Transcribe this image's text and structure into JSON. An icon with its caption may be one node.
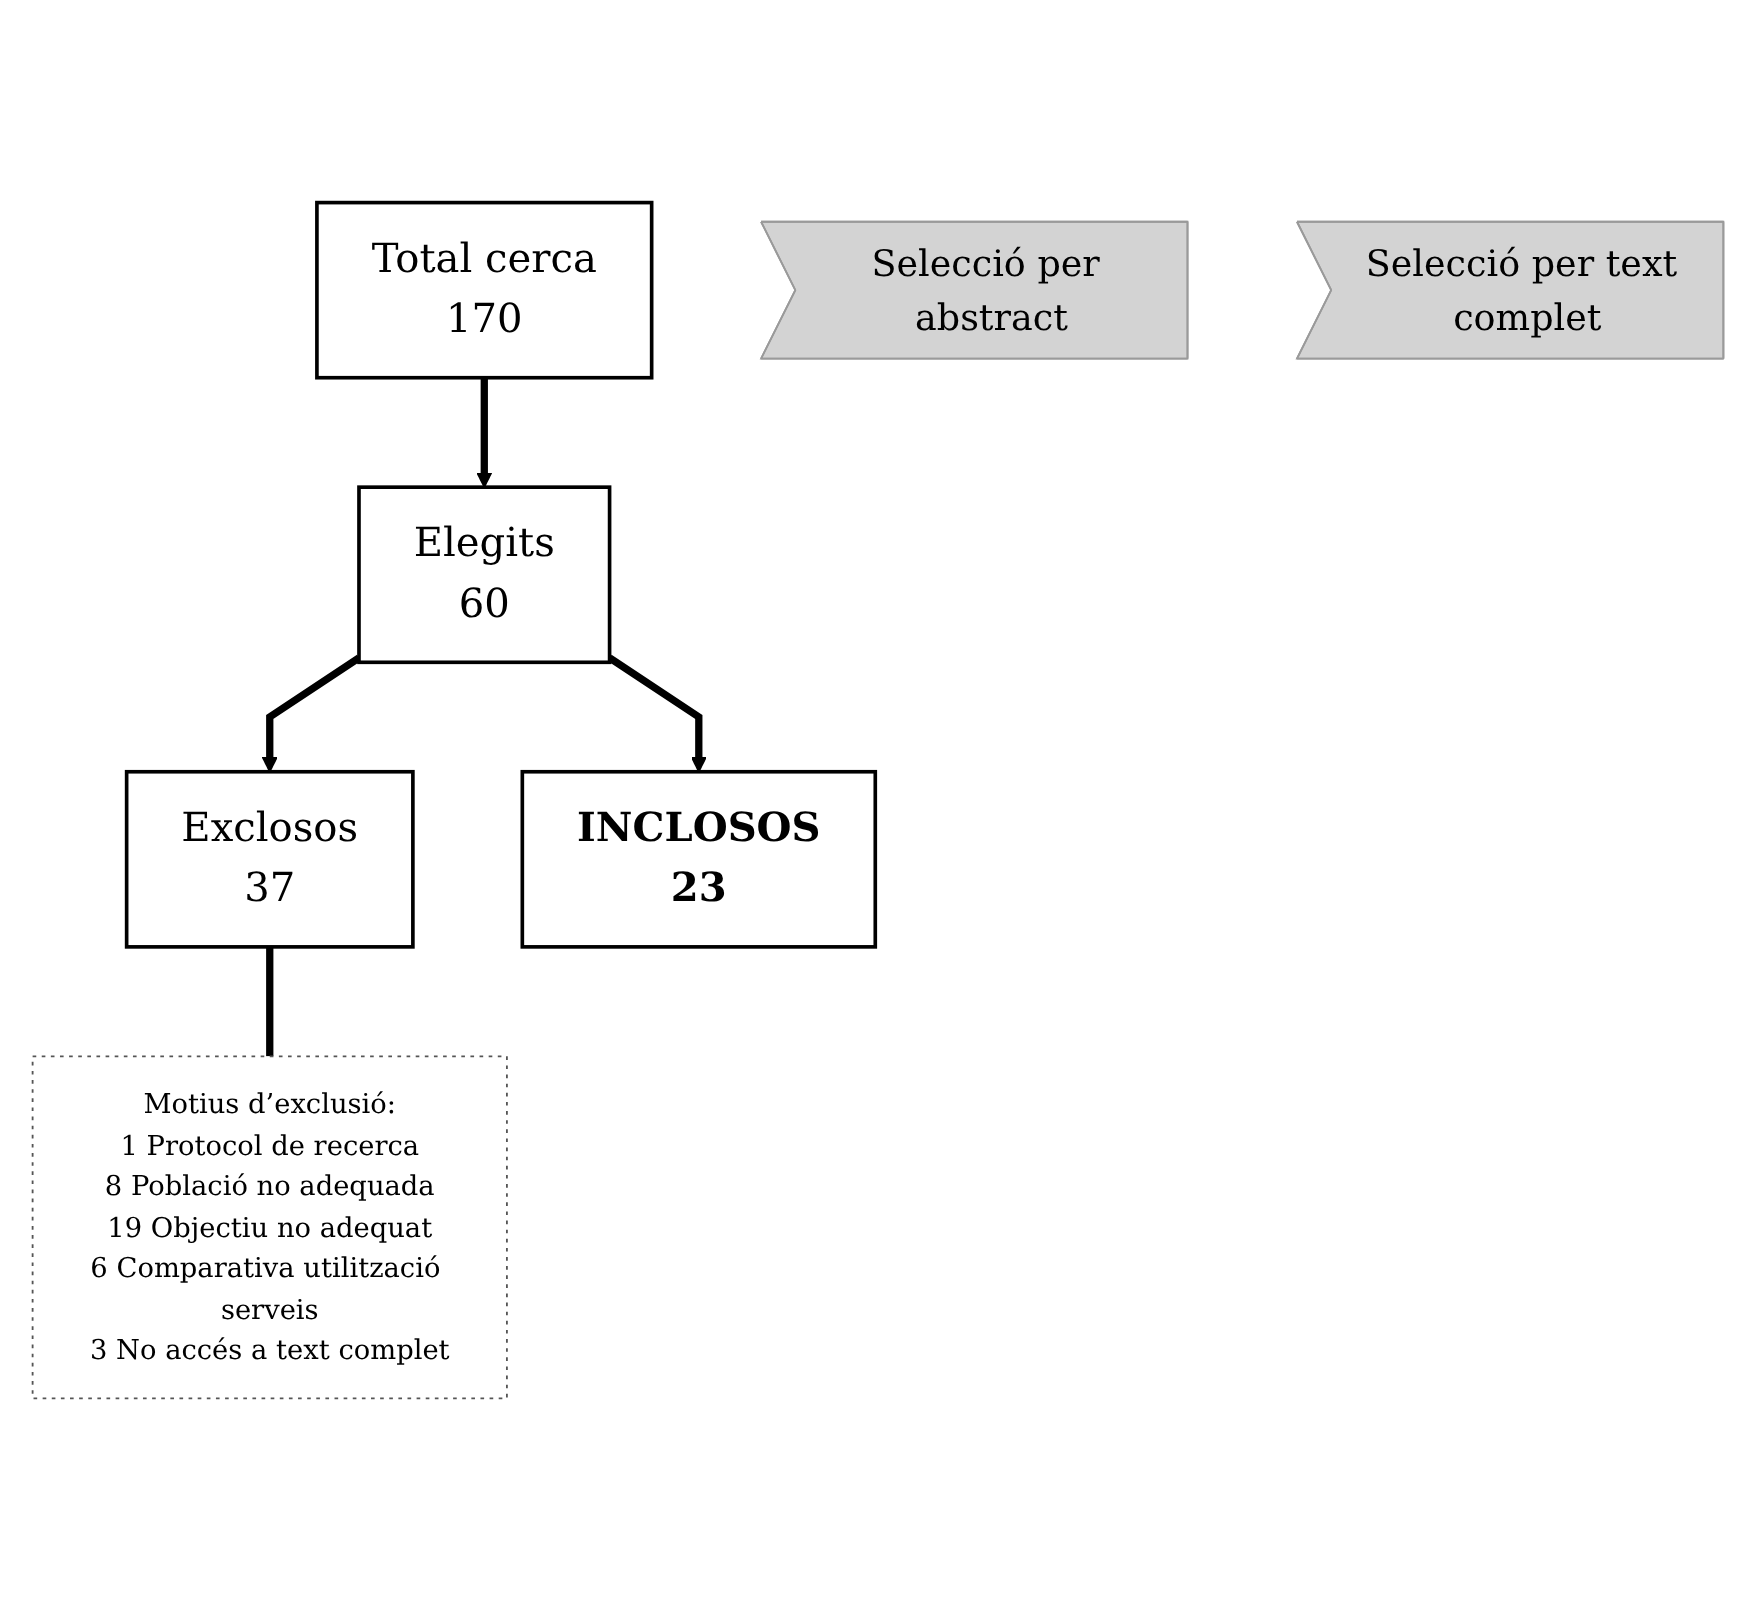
{
  "diagram": {
    "nodes": [
      {
        "text": [
          "Total cerca",
          "170"
        ]
      },
      {
        "text": [
          "Selecció per abstract"
        ]
      },
      {
        "text": [
          "Elegits",
          "60"
        ]
      },
      {
        "text": [
          "Selecció per text complet"
        ]
      },
      {
        "text": [
          "Exclosos",
          "37"
        ]
      },
      {
        "text": [
          "INCLOSOS",
          "23"
        ]
      },
      {
        "text": [
          "Motius d’exclusió:",
          "1 Protocol de recerca",
          "8 Població no adequada",
          "19 Objectiu no adequat",
          "6 Comparativa utilització serveis",
          "3 No accés a text complet"
        ]
      }
    ],
    "edges": [
      {
        "from": 0,
        "to": 2,
        "arrow": "to"
      },
      {
        "from": 2,
        "to": 5,
        "arrow": "to"
      },
      {
        "from": 2,
        "to": 4,
        "arrow": "to"
      },
      {
        "from": 4,
        "to": 6,
        "arrow": "none"
      }
    ]
  }
}
